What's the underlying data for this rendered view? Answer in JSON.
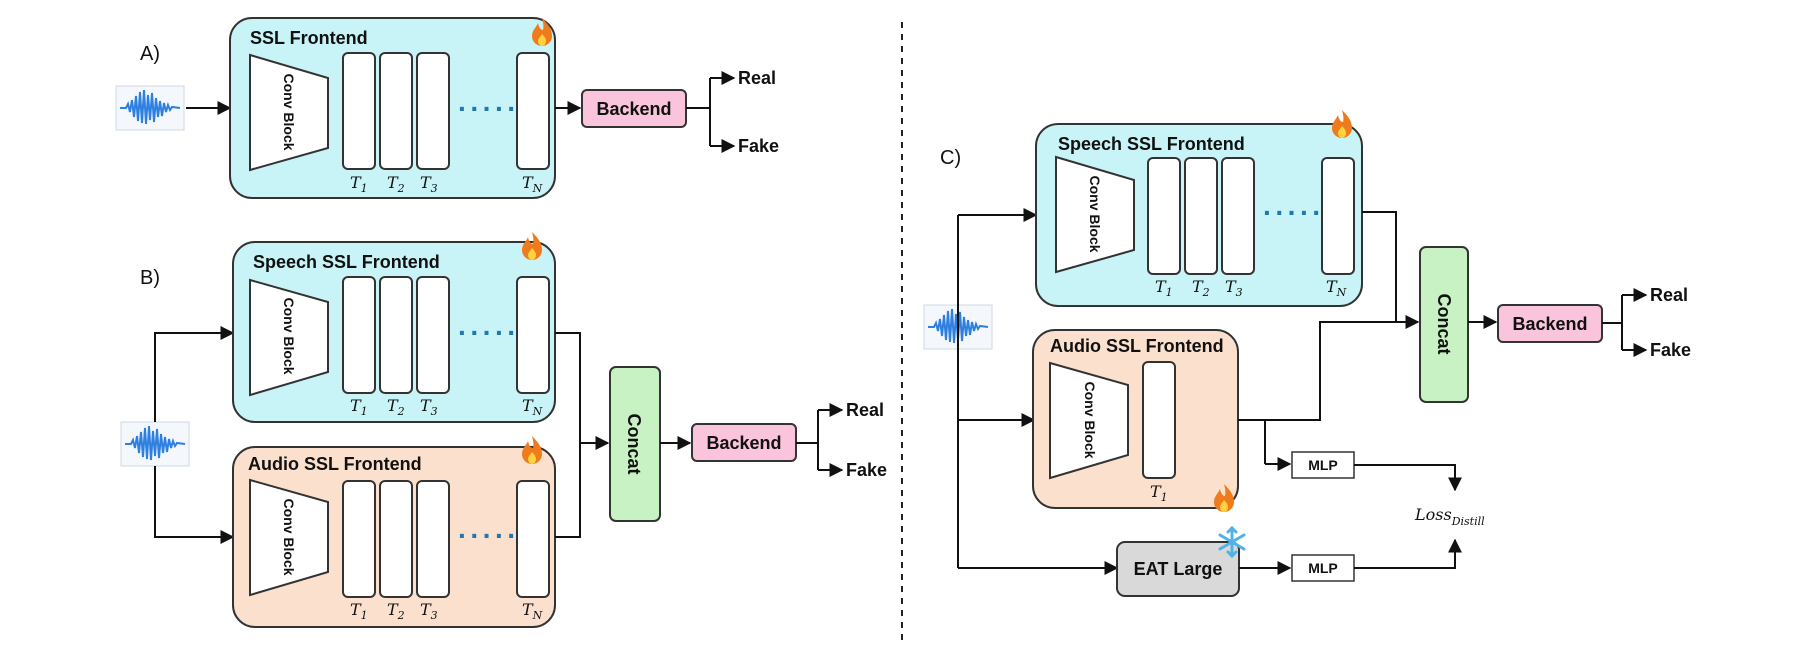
{
  "panels": {
    "a": "A)",
    "b": "B)",
    "c": "C)"
  },
  "labels": {
    "ssl_frontend": "SSL Frontend",
    "speech_ssl_frontend": "Speech SSL Frontend",
    "audio_ssl_frontend": "Audio SSL Frontend",
    "conv_block": "Conv Block",
    "backend": "Backend",
    "concat": "Concat",
    "real": "Real",
    "fake": "Fake",
    "mlp": "MLP",
    "eat_large": "EAT Large",
    "loss": "Loss",
    "loss_sub": "Distill",
    "dots": "·····"
  },
  "token_labels": {
    "t1": "T",
    "t1_sub": "1",
    "t2": "T",
    "t2_sub": "2",
    "t3": "T",
    "t3_sub": "3",
    "tn": "T",
    "tn_sub": "N"
  },
  "colors": {
    "ssl_fill": "#c8f4f7",
    "audio_fill": "#fbe0cd",
    "backend_fill": "#f9c4dc",
    "concat_fill": "#c8f2c4",
    "eat_fill": "#d9d9d9",
    "fire": "#f07b1c",
    "snow": "#4fb3e8",
    "wave": "#2d7fe0"
  },
  "icons": [
    "fire-icon",
    "snowflake-icon",
    "waveform-icon"
  ]
}
